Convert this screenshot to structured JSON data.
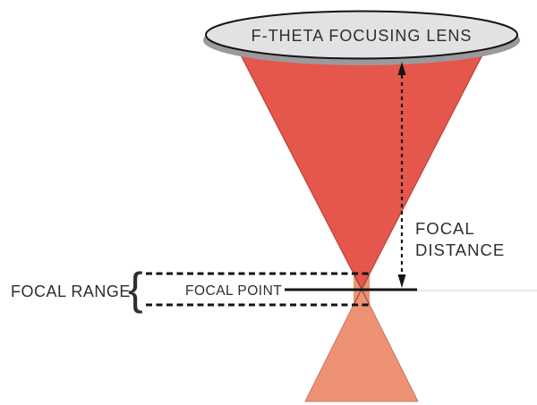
{
  "labels": {
    "lens": "F-THETA FOCUSING LENS",
    "focal_distance_1": "FOCAL",
    "focal_distance_2": "DISTANCE",
    "focal_range": "FOCAL RANGE",
    "focal_point": "FOCAL POINT",
    "brace": "{"
  },
  "colors": {
    "background": "#ffffff",
    "cone_top": "#e5574c",
    "cone_top_outline": "#b8443a",
    "cone_bottom": "#ee9276",
    "cone_bottom_outline": "#c97b62",
    "cross_line": "#8c4236",
    "lens_face": "#e2e2e4",
    "lens_rim": "#9a9a9e",
    "line": "#141414",
    "faint_line": "#d9d9d9",
    "text": "#2e2e2e"
  }
}
